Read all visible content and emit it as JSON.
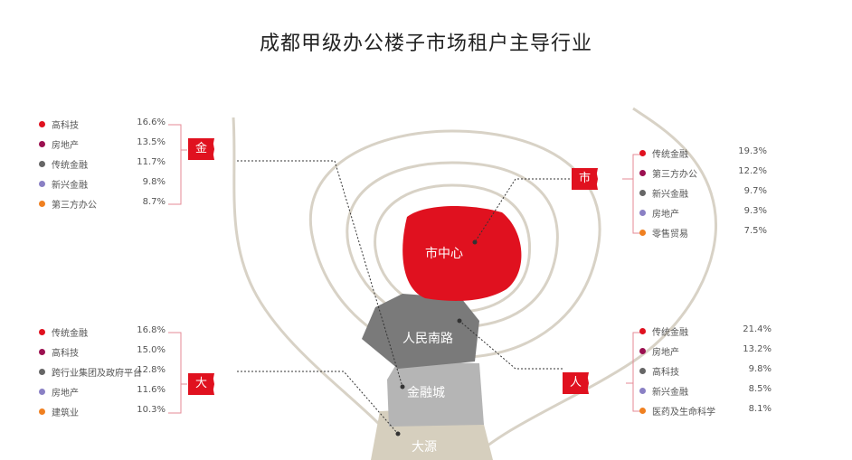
{
  "title": "成都甲级办公楼子市场租户主导行业",
  "colors": {
    "red": "#e0111f",
    "crimson": "#9b1050",
    "gray": "#666666",
    "purple": "#8a80c4",
    "orange": "#f08020"
  },
  "areas": {
    "center": "市中心",
    "renmin": "人民南路",
    "jinrong": "金融城",
    "dayuan": "大源"
  },
  "panels": [
    {
      "id": "jinrong",
      "tag": "金融城",
      "items": [
        {
          "label": "高科技",
          "value": "16.6%",
          "color": "#e0111f"
        },
        {
          "label": "房地产",
          "value": "13.5%",
          "color": "#9b1050"
        },
        {
          "label": "传统金融",
          "value": "11.7%",
          "color": "#666666"
        },
        {
          "label": "新兴金融",
          "value": "9.8%",
          "color": "#8a80c4"
        },
        {
          "label": "第三方办公",
          "value": "8.7%",
          "color": "#f08020"
        }
      ]
    },
    {
      "id": "center",
      "tag": "市中心",
      "items": [
        {
          "label": "传统金融",
          "value": "19.3%",
          "color": "#e0111f"
        },
        {
          "label": "第三方办公",
          "value": "12.2%",
          "color": "#9b1050"
        },
        {
          "label": "新兴金融",
          "value": "9.7%",
          "color": "#666666"
        },
        {
          "label": "房地产",
          "value": "9.3%",
          "color": "#8a80c4"
        },
        {
          "label": "零售贸易",
          "value": "7.5%",
          "color": "#f08020"
        }
      ]
    },
    {
      "id": "dayuan",
      "tag": "大源",
      "items": [
        {
          "label": "传统金融",
          "value": "16.8%",
          "color": "#e0111f"
        },
        {
          "label": "高科技",
          "value": "15.0%",
          "color": "#9b1050"
        },
        {
          "label": "跨行业集团及政府平台",
          "value": "12.8%",
          "color": "#666666"
        },
        {
          "label": "房地产",
          "value": "11.6%",
          "color": "#8a80c4"
        },
        {
          "label": "建筑业",
          "value": "10.3%",
          "color": "#f08020"
        }
      ]
    },
    {
      "id": "renmin",
      "tag": "人民南路",
      "items": [
        {
          "label": "传统金融",
          "value": "21.4%",
          "color": "#e0111f"
        },
        {
          "label": "房地产",
          "value": "13.2%",
          "color": "#9b1050"
        },
        {
          "label": "高科技",
          "value": "9.8%",
          "color": "#666666"
        },
        {
          "label": "新兴金融",
          "value": "8.5%",
          "color": "#8a80c4"
        },
        {
          "label": "医药及生命科学",
          "value": "8.1%",
          "color": "#f08020"
        }
      ]
    }
  ]
}
